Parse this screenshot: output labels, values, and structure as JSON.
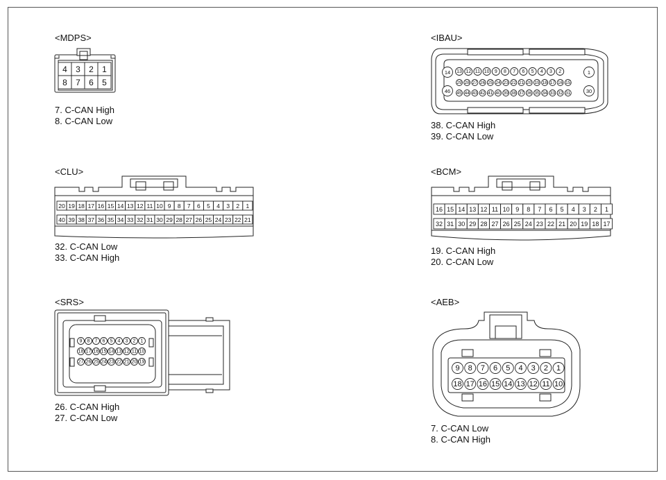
{
  "connectors": {
    "mdps": {
      "title": "<MDPS>",
      "rows": [
        [
          4,
          3,
          2,
          1
        ],
        [
          8,
          7,
          6,
          5
        ]
      ],
      "pins": [
        {
          "text": "7. C-CAN High"
        },
        {
          "text": "8. C-CAN Low"
        }
      ]
    },
    "ibau": {
      "title": "<IBAU>",
      "row1": [
        13,
        12,
        11,
        10,
        9,
        8,
        7,
        6,
        5,
        4,
        3,
        2
      ],
      "row2": [
        29,
        28,
        27,
        26,
        25,
        24,
        23,
        22,
        21,
        20,
        19,
        18,
        17,
        16,
        15
      ],
      "row3": [
        45,
        44,
        43,
        42,
        41,
        40,
        39,
        38,
        37,
        36,
        35,
        34,
        33,
        32,
        31
      ],
      "big": {
        "tl": 14,
        "tr": 1,
        "bl": 46,
        "br": 30
      },
      "pins": [
        {
          "text": "38. C-CAN High"
        },
        {
          "text": "39. C-CAN Low"
        }
      ]
    },
    "clu": {
      "title": "<CLU>",
      "rows": [
        [
          20,
          19,
          18,
          17,
          16,
          15,
          14,
          13,
          12,
          11,
          10,
          9,
          8,
          7,
          6,
          5,
          4,
          3,
          2,
          1
        ],
        [
          40,
          39,
          38,
          37,
          36,
          35,
          34,
          33,
          32,
          31,
          30,
          29,
          28,
          27,
          26,
          25,
          24,
          23,
          22,
          21
        ]
      ],
      "pins": [
        {
          "text": "32. C-CAN Low"
        },
        {
          "text": "33. C-CAN High"
        }
      ]
    },
    "bcm": {
      "title": "<BCM>",
      "rows": [
        [
          16,
          15,
          14,
          13,
          12,
          11,
          10,
          9,
          8,
          7,
          6,
          5,
          4,
          3,
          2,
          1
        ],
        [
          32,
          31,
          30,
          29,
          28,
          27,
          26,
          25,
          24,
          23,
          22,
          21,
          20,
          19,
          18,
          17
        ]
      ],
      "pins": [
        {
          "text": "19. C-CAN High"
        },
        {
          "text": "20. C-CAN Low"
        }
      ]
    },
    "srs": {
      "title": "<SRS>",
      "rows": [
        [
          9,
          8,
          7,
          6,
          5,
          4,
          3,
          2,
          1
        ],
        [
          18,
          17,
          16,
          15,
          14,
          13,
          12,
          11,
          10
        ],
        [
          27,
          26,
          25,
          24,
          23,
          22,
          21,
          20,
          19
        ]
      ],
      "pins": [
        {
          "text": "26. C-CAN High"
        },
        {
          "text": "27. C-CAN Low"
        }
      ]
    },
    "aeb": {
      "title": "<AEB>",
      "rows": [
        [
          9,
          8,
          7,
          6,
          5,
          4,
          3,
          2,
          1
        ],
        [
          18,
          17,
          16,
          15,
          14,
          13,
          12,
          11,
          10
        ]
      ],
      "pins": [
        {
          "text": "7. C-CAN Low"
        },
        {
          "text": "8. C-CAN High"
        }
      ]
    }
  }
}
